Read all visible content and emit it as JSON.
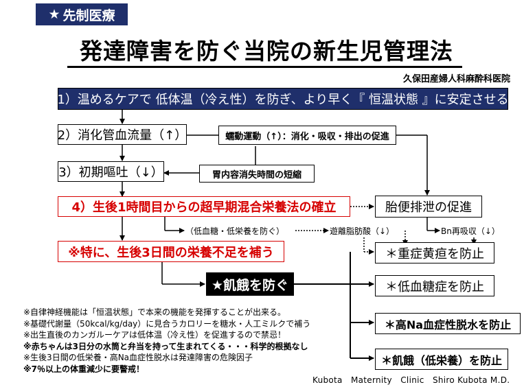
{
  "header": {
    "tag_icon": "star-icon",
    "tag_text": "先制医療"
  },
  "title": "発達障害を防ぐ当院の新生児管理法",
  "author": "久保田産婦人科麻酔科医院",
  "boxes": {
    "step1": "1）温めるケアで 低体温（冷え性）を防ぎ、より早く『 恒温状態 』に安定させる",
    "step2": "2）消化管血流量（↑）",
    "step3": "3）初期嘔吐（↓）",
    "step4": "4）生後1時間目からの超早期混合栄養法の確立",
    "special": "※特に、生後3日間の栄養不足を補う",
    "peristalsis": "蠕動運動（↑）：消化・吸収・排出の促進",
    "gastric": "胃内容消失時間の短縮",
    "meconium": "胎便排泄の促進",
    "famine": "★飢餓を防ぐ",
    "out1": "＊重症黄疸を防止",
    "out2": "＊低血糖症を防止",
    "out3": "＊高Na血症性脱水を防止",
    "out4": "＊飢餓（低栄養）を防止"
  },
  "labels": {
    "hypoglycemia": "（低血糖・低栄養を防ぐ）",
    "ffa": "遊離脂肪酸（↓）",
    "bn": "Bn再吸収（↓）"
  },
  "notes": [
    "※自律神経機能は「恒温状態」で本来の機能を発揮することが出来る。",
    "※基礎代謝量（50kcal/kg/day）に見合うカロリーを糖水・人工ミルクで補う",
    "※出生直後のカンガルーケアは低体温（冷え性）を促進するので禁忌！",
    "※赤ちゃんは3日分の水筒と弁当を持って生まれてくる・・・科学的根拠なし",
    "※生後3日間の低栄養・高Na血症性脱水は発達障害の危険因子",
    "※7％以上の体重減少に要警戒！"
  ],
  "bold_notes": [
    3,
    5
  ],
  "footer": "Kubota　Maternity　Clinic　Shiro Kubota M.D.",
  "colors": {
    "navy": "#1f2f6b",
    "red": "#d60000",
    "black": "#000000"
  }
}
